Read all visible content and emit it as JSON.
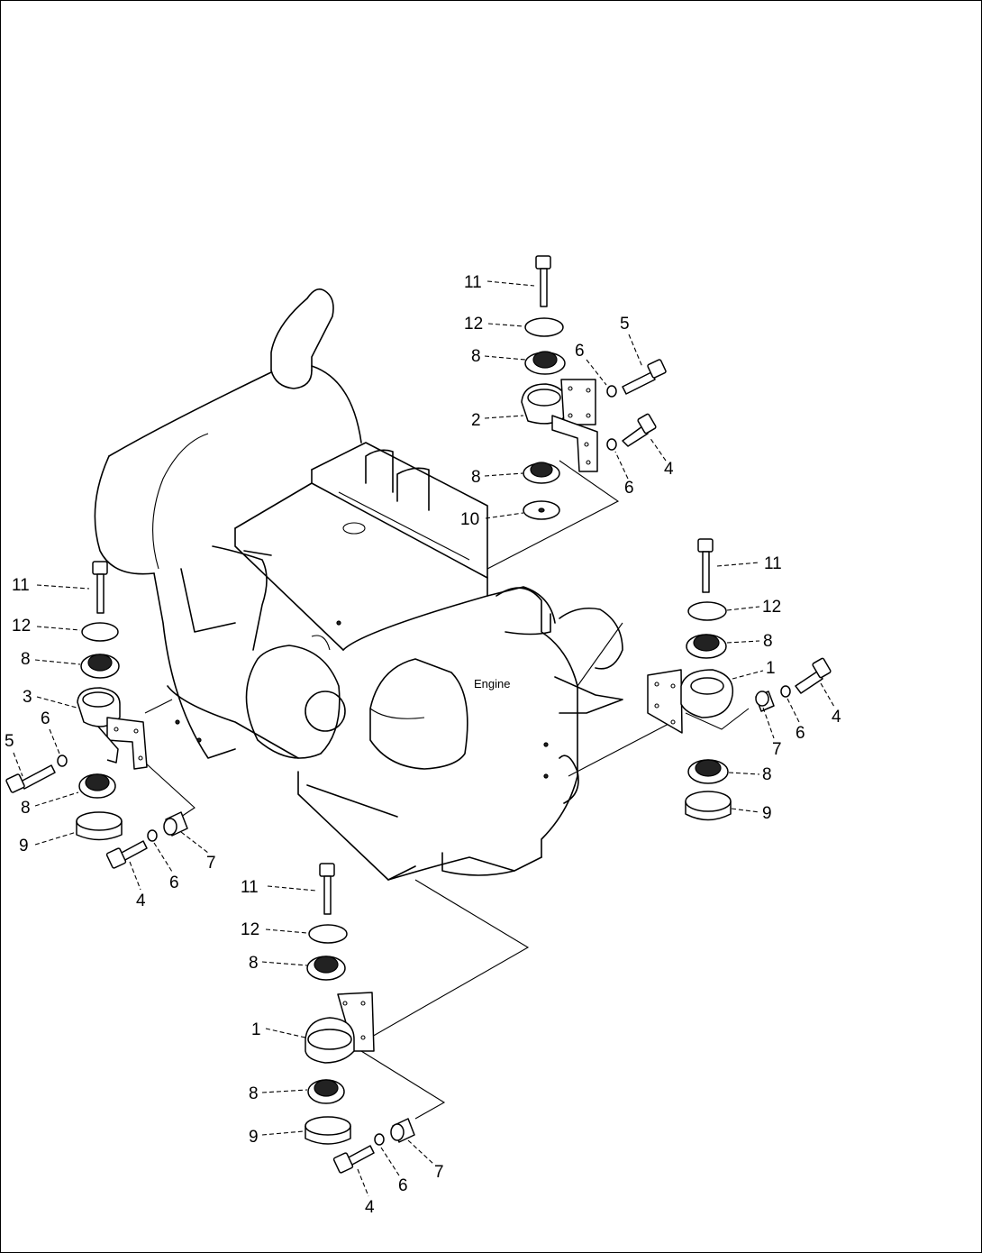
{
  "engine_label": "Engine",
  "labels": {
    "rear_right": {
      "p11": "11",
      "p12": "12",
      "p8a": "8",
      "p2": "2",
      "p8b": "8",
      "p10": "10",
      "p6a": "6",
      "p5": "5",
      "p4": "4",
      "p6b": "6"
    },
    "right": {
      "p11": "11",
      "p12": "12",
      "p8a": "8",
      "p1": "1",
      "p4": "4",
      "p6": "6",
      "p7": "7",
      "p8b": "8",
      "p9": "9"
    },
    "left": {
      "p11": "11",
      "p12": "12",
      "p8a": "8",
      "p3": "3",
      "p6a": "6",
      "p5": "5",
      "p8b": "8",
      "p9": "9",
      "p7": "7",
      "p6b": "6",
      "p4": "4"
    },
    "front": {
      "p11": "11",
      "p12": "12",
      "p8a": "8",
      "p1": "1",
      "p8b": "8",
      "p9": "9",
      "p7": "7",
      "p6": "6",
      "p4": "4"
    }
  }
}
